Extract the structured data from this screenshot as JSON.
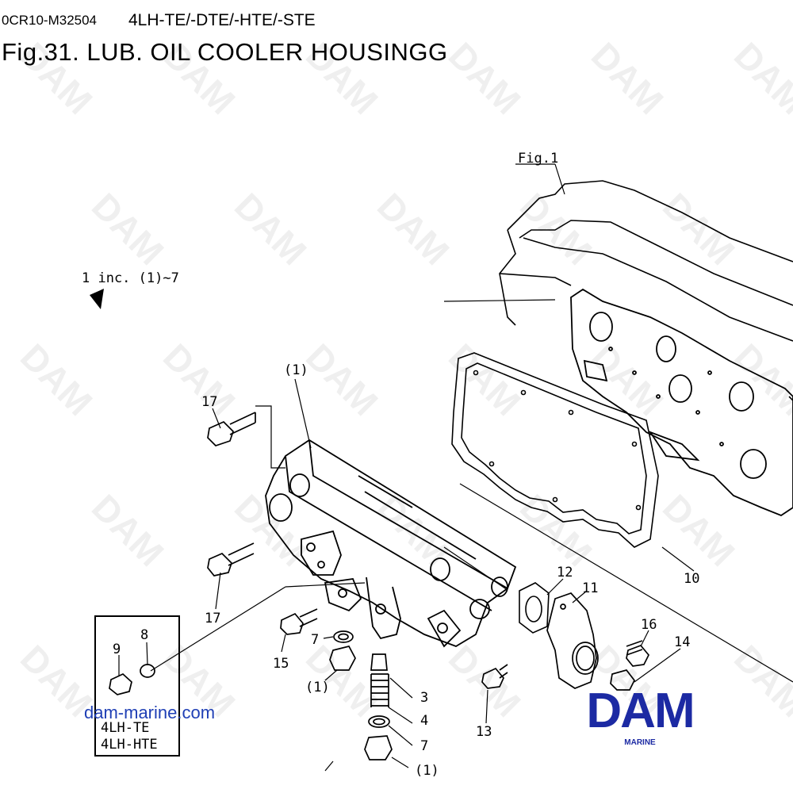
{
  "header": {
    "doc_code": "0CR10-M32504",
    "models": "4LH-TE/-DTE/-HTE/-STE",
    "figure_title": "Fig.31.  LUB. OIL COOLER HOUSINGG"
  },
  "figure_ref": "Fig.1",
  "assembly_note": "1 inc. (1)∼7",
  "callouts": {
    "c1_top": "(1)",
    "c17_top": "17",
    "c17_mid": "17",
    "c10": "10",
    "c12": "12",
    "c11": "11",
    "c16": "16",
    "c14": "14",
    "c13": "13",
    "c15": "15",
    "c7_a": "7",
    "c1_a": "(1)",
    "c3": "3",
    "c4": "4",
    "c7_b": "7",
    "c1_b": "(1)",
    "c8": "8",
    "c9": "9"
  },
  "inset_models": [
    "4LH-TE",
    "4LH-HTE"
  ],
  "website": "dam-marine.com",
  "logo": {
    "word": "DAM",
    "sub": "MARINE",
    "color": "#1c2aa3"
  },
  "watermark": "DAM"
}
